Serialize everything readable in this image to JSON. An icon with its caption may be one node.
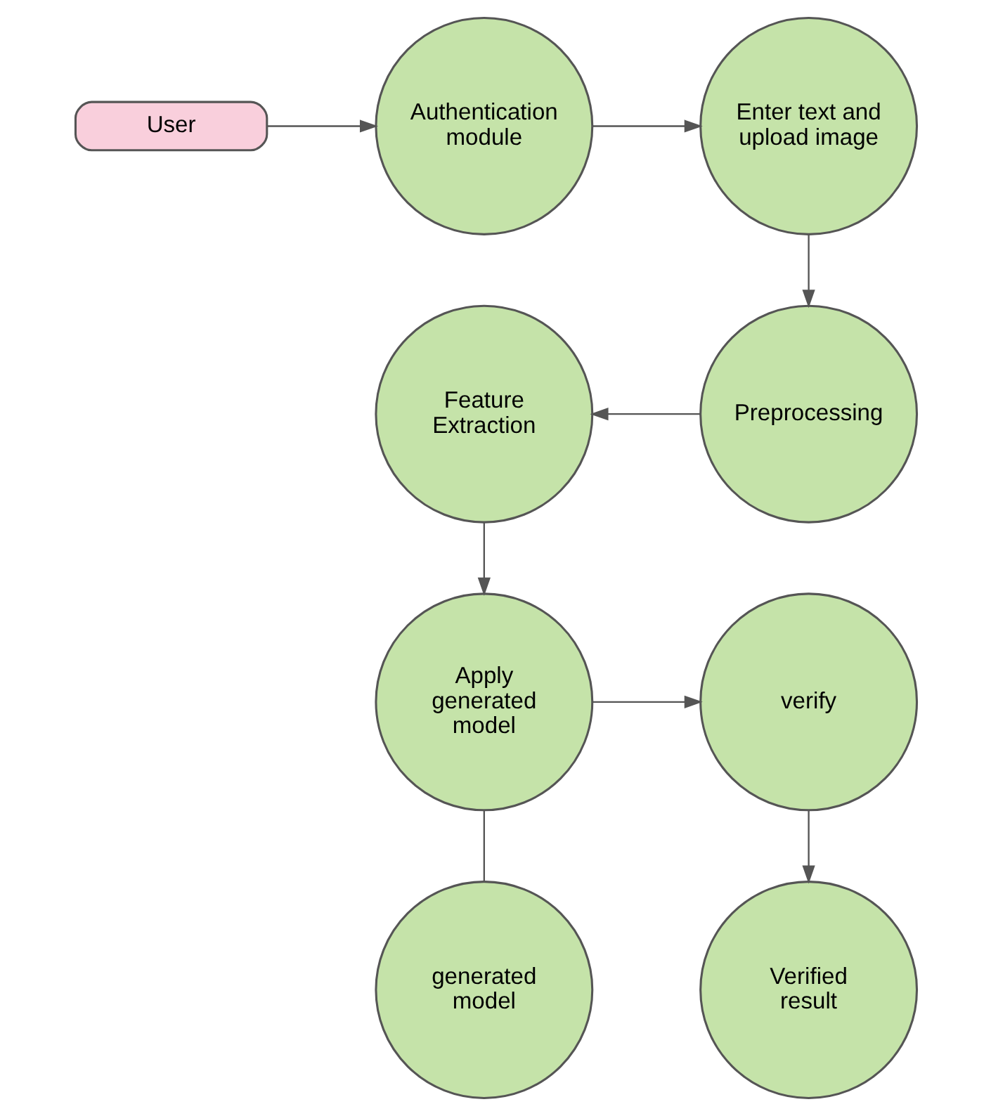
{
  "diagram": {
    "nodes": [
      {
        "text": [
          "User"
        ]
      },
      {
        "text": [
          "Authentication module"
        ]
      },
      {
        "text": [
          "Enter text and upload image"
        ]
      },
      {
        "text": [
          "Feature Extraction"
        ]
      },
      {
        "text": [
          "Preprocessing"
        ]
      },
      {
        "text": [
          "Apply generated model"
        ]
      },
      {
        "text": [
          "verify"
        ]
      },
      {
        "text": [
          "generated model"
        ]
      },
      {
        "text": [
          "Verified result"
        ]
      }
    ],
    "edges": [
      {
        "from": 0,
        "to": 1,
        "arrow": "to"
      },
      {
        "from": 1,
        "to": 2,
        "arrow": "to"
      },
      {
        "from": 2,
        "to": 4,
        "arrow": "to"
      },
      {
        "from": 4,
        "to": 3,
        "arrow": "to"
      },
      {
        "from": 3,
        "to": 5,
        "arrow": "to"
      },
      {
        "from": 5,
        "to": 6,
        "arrow": "to"
      },
      {
        "from": 5,
        "to": 7,
        "arrow": "none"
      },
      {
        "from": 6,
        "to": 8,
        "arrow": "to"
      }
    ]
  }
}
